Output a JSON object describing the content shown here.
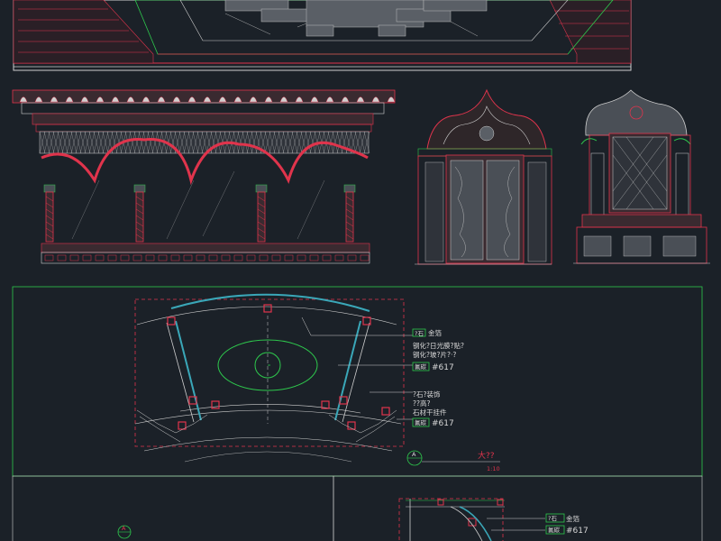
{
  "annotations": {
    "label_gold_1": "金箔",
    "note_a_1": "钢化?日光膜?贴?",
    "note_a_2": "钢化?玻?片?·?",
    "label_paint_1": "#617",
    "note_b_1": "?石?装饰",
    "note_b_2": "??高?",
    "note_b_3": "石材干挂件",
    "label_paint_2": "#617",
    "section_title": "大??",
    "section_scale": "1:10",
    "section_mark": "A",
    "detail_gold": "金箔",
    "detail_paint": "#617"
  },
  "colors": {
    "background": "#1b2128",
    "red_line": "#e0344c",
    "green_line": "#2ec94d",
    "white_line": "#cfcfcf",
    "cyan_line": "#3aa7b8"
  }
}
